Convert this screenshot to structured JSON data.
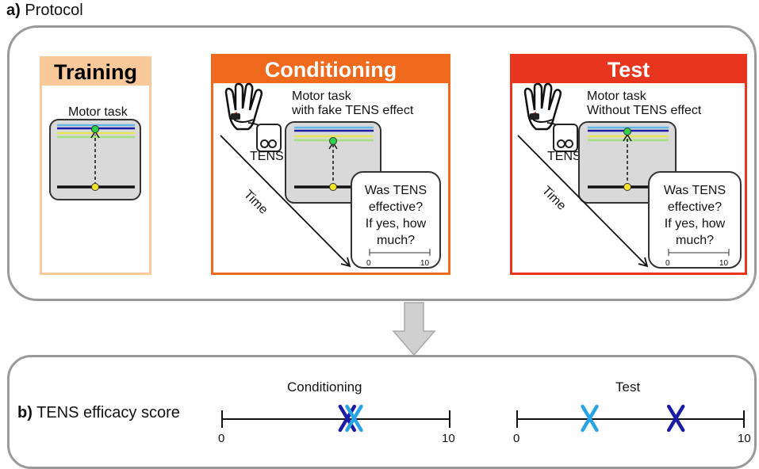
{
  "panel_a": {
    "label": "a)",
    "title": "Protocol"
  },
  "training": {
    "header": "Training",
    "task": "Motor task"
  },
  "conditioning": {
    "header": "Conditioning",
    "task_line1": "Motor task",
    "task_line2": "with fake TENS effect",
    "device": "TENS",
    "time": "Time",
    "question": [
      "Was TENS",
      "effective?",
      "If yes, how",
      "much?"
    ],
    "scale_min": "0",
    "scale_max": "10"
  },
  "test": {
    "header": "Test",
    "task_line1": "Motor task",
    "task_line2": "Without TENS effect",
    "device": "TENS",
    "time": "Time",
    "question": [
      "Was TENS",
      "effective?",
      "If yes, how",
      "much?"
    ],
    "scale_min": "0",
    "scale_max": "10"
  },
  "panel_b": {
    "label": "b)",
    "title": "TENS efficacy score",
    "conditioning": {
      "title": "Conditioning",
      "min": "0",
      "max": "10",
      "dark_mark": 5.5,
      "light_mark": 5.8
    },
    "test": {
      "title": "Test",
      "min": "0",
      "max": "10",
      "light_mark": 3.2,
      "dark_mark": 7.0
    }
  },
  "colors": {
    "training": "#f9c99a",
    "conditioning": "#f06a1d",
    "test": "#e8361e",
    "mark_dark": "#1a1aa8",
    "mark_light": "#29a3e8",
    "arrow": "#d0d0d0"
  }
}
